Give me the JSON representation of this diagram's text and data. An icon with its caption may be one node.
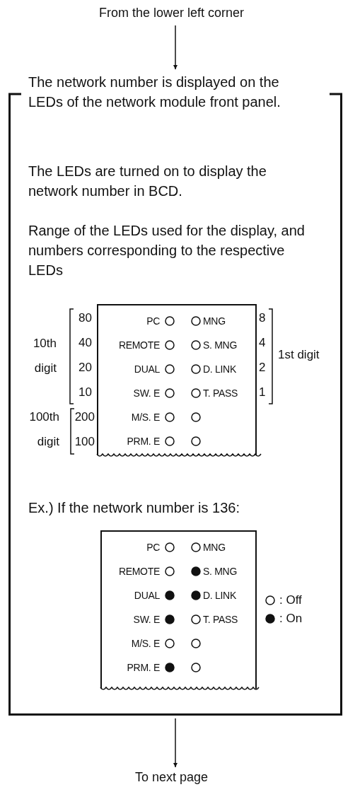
{
  "diagram": {
    "nodes": [
      {
        "text": [
          "From the lower left corner"
        ]
      },
      {
        "text": [
          "The network number is displayed on the LEDs of the network module front panel.",
          "The LEDs are turned on to display the network number in BCD.",
          "Range of the LEDs used for the display, and numbers corresponding to the respective LEDs",
          "Ex.) If the network number is 136:"
        ]
      },
      {
        "text": [
          "PC",
          "MNG",
          "REMOTE",
          "S. MNG",
          "DUAL",
          "D. LINK",
          "SW. E",
          "T. PASS",
          "M/S. E",
          "PRM. E"
        ],
        "in": 1
      },
      {
        "text": [
          "PC",
          "MNG",
          "REMOTE",
          "S. MNG",
          "DUAL",
          "D. LINK",
          "SW. E",
          "T. PASS",
          "M/S. E",
          "PRM. E"
        ],
        "in": 1
      },
      {
        "text": [
          "To next page"
        ]
      }
    ],
    "edges": [
      {
        "from": 0,
        "to": 1,
        "arrow": "to"
      },
      {
        "from": 1,
        "to": 4,
        "arrow": "to"
      }
    ],
    "labels": [
      "10th digit",
      "80",
      "40",
      "20",
      "10",
      "8",
      "4",
      "2",
      "1",
      "1st digit",
      "100th digit",
      "200",
      "100"
    ],
    "legend": [
      {
        "text": ": Off"
      },
      {
        "text": ": On"
      }
    ]
  }
}
